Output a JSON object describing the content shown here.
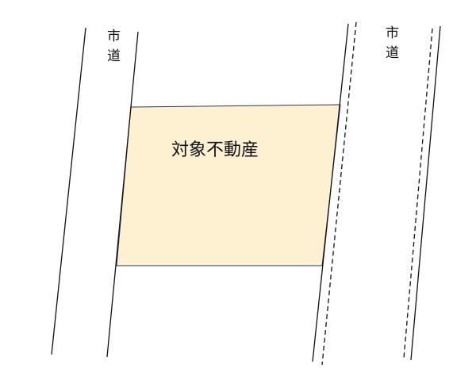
{
  "map": {
    "left_road": {
      "label": "市道"
    },
    "right_road": {
      "label": "市道"
    },
    "property": {
      "label": "対象不動産",
      "fill_color": "#FDF1D2",
      "border_color": "#1F3A5A"
    },
    "line_color": "#111111"
  }
}
